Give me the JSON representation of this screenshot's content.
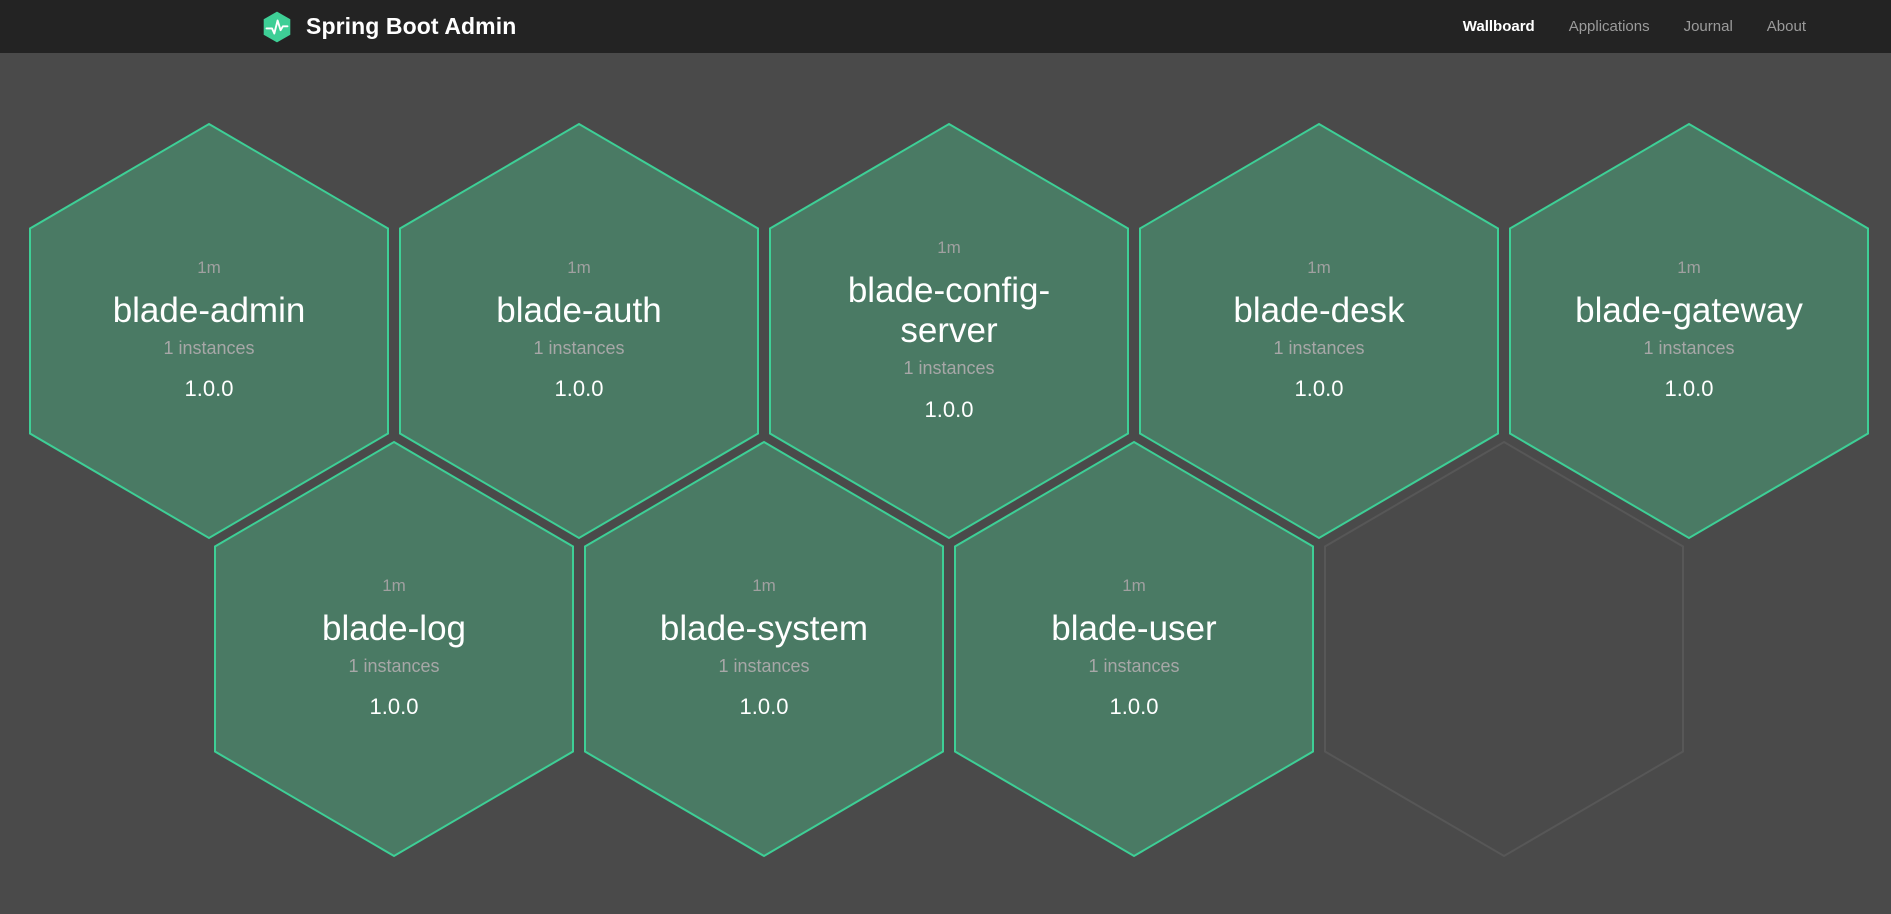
{
  "header": {
    "logo_icon": "heartbeat-hexagon-icon",
    "logo_color": "#3ecf96",
    "title": "Spring Boot Admin",
    "background": "#232323",
    "nav": [
      {
        "label": "Wallboard",
        "active": true
      },
      {
        "label": "Applications",
        "active": false
      },
      {
        "label": "Journal",
        "active": false
      },
      {
        "label": "About",
        "active": false
      }
    ]
  },
  "theme": {
    "page_background": "#4a4a4a",
    "hex_fill": "#4a7a64",
    "hex_border": "#3ecf96",
    "hex_empty_border": "#575757",
    "text_primary": "#ffffff",
    "text_muted": "#a0a0a0"
  },
  "wallboard": {
    "applications": [
      {
        "time": "1m",
        "name": "blade-admin",
        "instances": "1 instances",
        "version": "1.0.0",
        "status": "up",
        "col": 0,
        "row": 0
      },
      {
        "time": "1m",
        "name": "blade-auth",
        "instances": "1 instances",
        "version": "1.0.0",
        "status": "up",
        "col": 1,
        "row": 0
      },
      {
        "time": "1m",
        "name": "blade-config-server",
        "instances": "1 instances",
        "version": "1.0.0",
        "status": "up",
        "col": 2,
        "row": 0
      },
      {
        "time": "1m",
        "name": "blade-desk",
        "instances": "1 instances",
        "version": "1.0.0",
        "status": "up",
        "col": 3,
        "row": 0
      },
      {
        "time": "1m",
        "name": "blade-gateway",
        "instances": "1 instances",
        "version": "1.0.0",
        "status": "up",
        "col": 4,
        "row": 0
      },
      {
        "time": "1m",
        "name": "blade-log",
        "instances": "1 instances",
        "version": "1.0.0",
        "status": "up",
        "col": 0,
        "row": 1
      },
      {
        "time": "1m",
        "name": "blade-system",
        "instances": "1 instances",
        "version": "1.0.0",
        "status": "up",
        "col": 1,
        "row": 1
      },
      {
        "time": "1m",
        "name": "blade-user",
        "instances": "1 instances",
        "version": "1.0.0",
        "status": "up",
        "col": 2,
        "row": 1
      },
      {
        "time": "",
        "name": "",
        "instances": "",
        "version": "",
        "status": "empty",
        "col": 3,
        "row": 1
      }
    ]
  }
}
